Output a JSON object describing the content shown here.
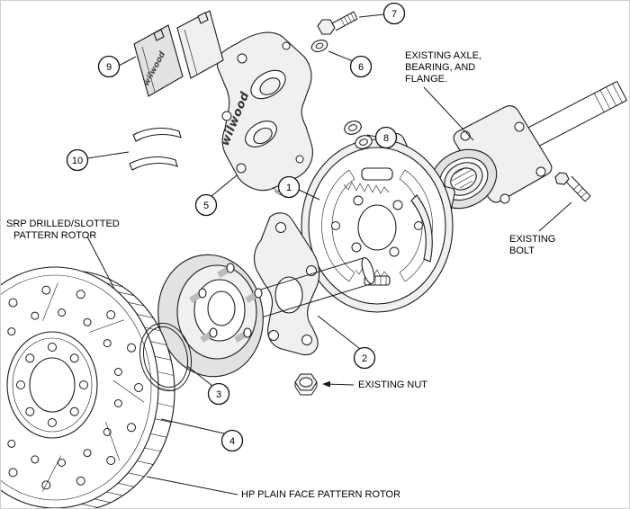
{
  "diagram": {
    "brand": "wilwood",
    "callouts": [
      "1",
      "2",
      "3",
      "4",
      "5",
      "6",
      "7",
      "8",
      "9",
      "10"
    ],
    "labels": {
      "axle_line1": "EXISTING AXLE,",
      "axle_line2": "BEARING, AND",
      "axle_line3": "FLANGE.",
      "bolt_line1": "EXISTING",
      "bolt_line2": "BOLT",
      "nut": "EXISTING NUT",
      "srp_line1": "SRP DRILLED/SLOTTED",
      "srp_line2": "PATTERN ROTOR",
      "hp": "HP PLAIN FACE PATTERN ROTOR"
    },
    "colors": {
      "line": "#1a1a1a",
      "fill_light": "#f0f0f0",
      "background": "#ffffff"
    }
  }
}
